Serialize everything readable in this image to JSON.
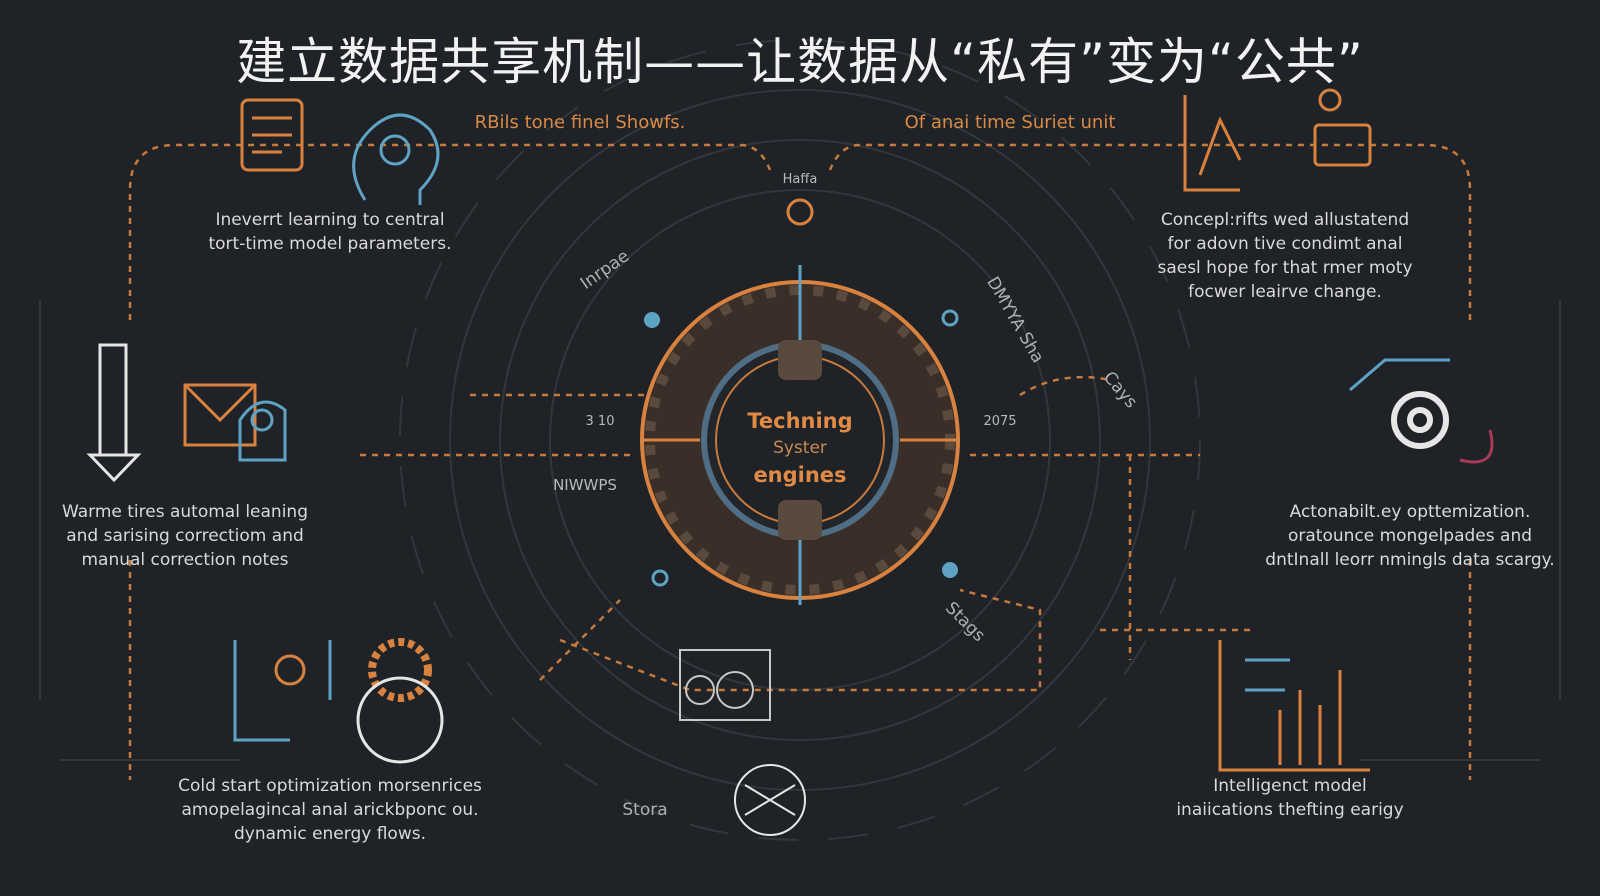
{
  "title": "建立数据共享机制——让数据从“私有”变为“公共”",
  "colors": {
    "background": "#1f2226",
    "accent_orange": "#d9823f",
    "accent_blue": "#5fa3c4",
    "accent_red": "#c2455a",
    "line_gray": "#3a3f45"
  },
  "top_labels": {
    "left": "RBils tone finel Showfs.",
    "right": "Of anai time Suriet unit"
  },
  "center": {
    "line1": "Techning",
    "line2": "Syster",
    "line3": "engines",
    "top_small": "Haffa"
  },
  "small_labels": {
    "left_tick": "3 10",
    "right_tick": "2075",
    "nwwps": "NIWWPS",
    "inrpae": "Inrpae",
    "dmyy": "DMYYA Sha",
    "cays": "Cays",
    "stags": "Stags",
    "storm": "Stora"
  },
  "captions": {
    "top_left": [
      "Ineverrt learning to central",
      "tort-time model parameters."
    ],
    "top_right": [
      "Concepl:rifts wed allustatend",
      "for adovn tive condimt anal",
      "saesl hope for that rmer moty",
      "focwer leairve change."
    ],
    "mid_left": [
      "Warme tires automal leaning",
      "and sarising correctiom and",
      "manual correction notes"
    ],
    "mid_right": [
      "Actonabilt.ey opttemization.",
      "oratounce mongelpades and",
      "dntInall leorr nmingls data scargy."
    ],
    "bottom_left": [
      "Cold start optimization morsenrices",
      "amopelagincal anal arickbponc ou.",
      "dynamic energy flows."
    ],
    "bottom_right": [
      "Intelligenct model",
      "inaiications thefting earigy"
    ]
  },
  "icons": [
    "document-scroll-icon",
    "brain-head-icon",
    "orbit-ring-icon",
    "dashboard-chart-icon",
    "gear-cluster-icon",
    "bar-chart-icon",
    "compass-icon",
    "machine-box-icon",
    "gear-flow-icon",
    "robot-arm-icon",
    "funnel-tower-icon",
    "gear-badge-icon"
  ]
}
